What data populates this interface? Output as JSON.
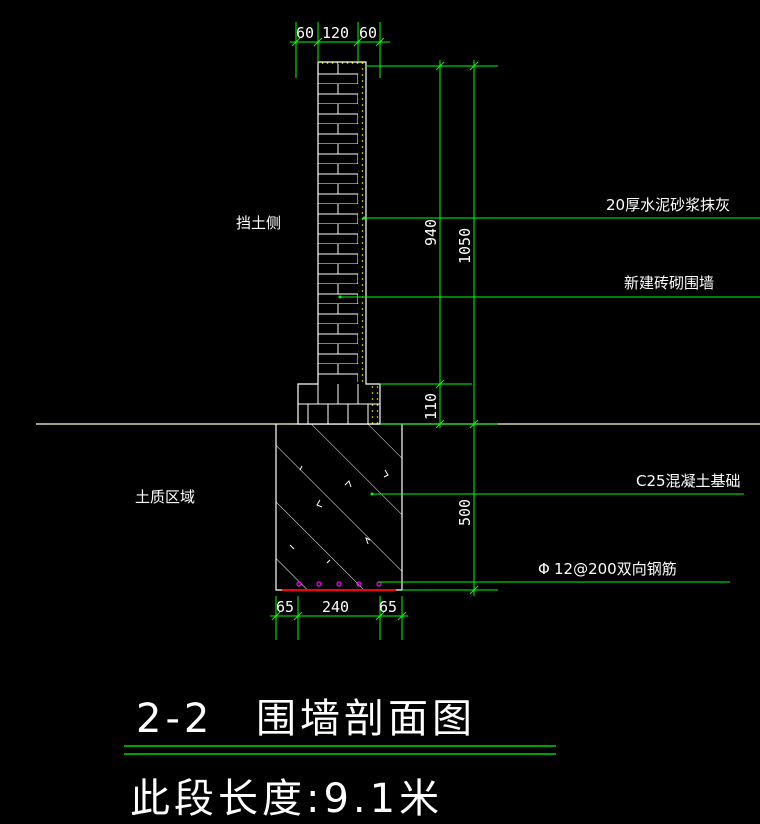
{
  "dimensions_top": [
    "60",
    "120",
    "60"
  ],
  "dimensions_bottom": [
    "65",
    "240",
    "65"
  ],
  "dimensions_right": [
    "940",
    "1050",
    "110",
    "500"
  ],
  "annotations": {
    "plaster": "20厚水泥砂浆抹灰",
    "brick_wall": "新建砖砌围墙",
    "concrete_base": "C25混凝土基础",
    "rebar": "12@200双向钢筋",
    "rebar_symbol": "Φ"
  },
  "regions": {
    "retaining_side": "挡土侧",
    "soil_area": "土质区域"
  },
  "title": {
    "number": "2-2",
    "name": "围墙剖面图"
  },
  "subtitle": "此段长度:9.1米",
  "colors": {
    "background": "#000000",
    "dimension_line": "#00ff00",
    "structure": "#ffffff",
    "ground_line": "#ffffcc",
    "plaster_dots": "#ffff00",
    "rebar_line": "#ff0000",
    "rebar_dots": "#ff00ff"
  }
}
